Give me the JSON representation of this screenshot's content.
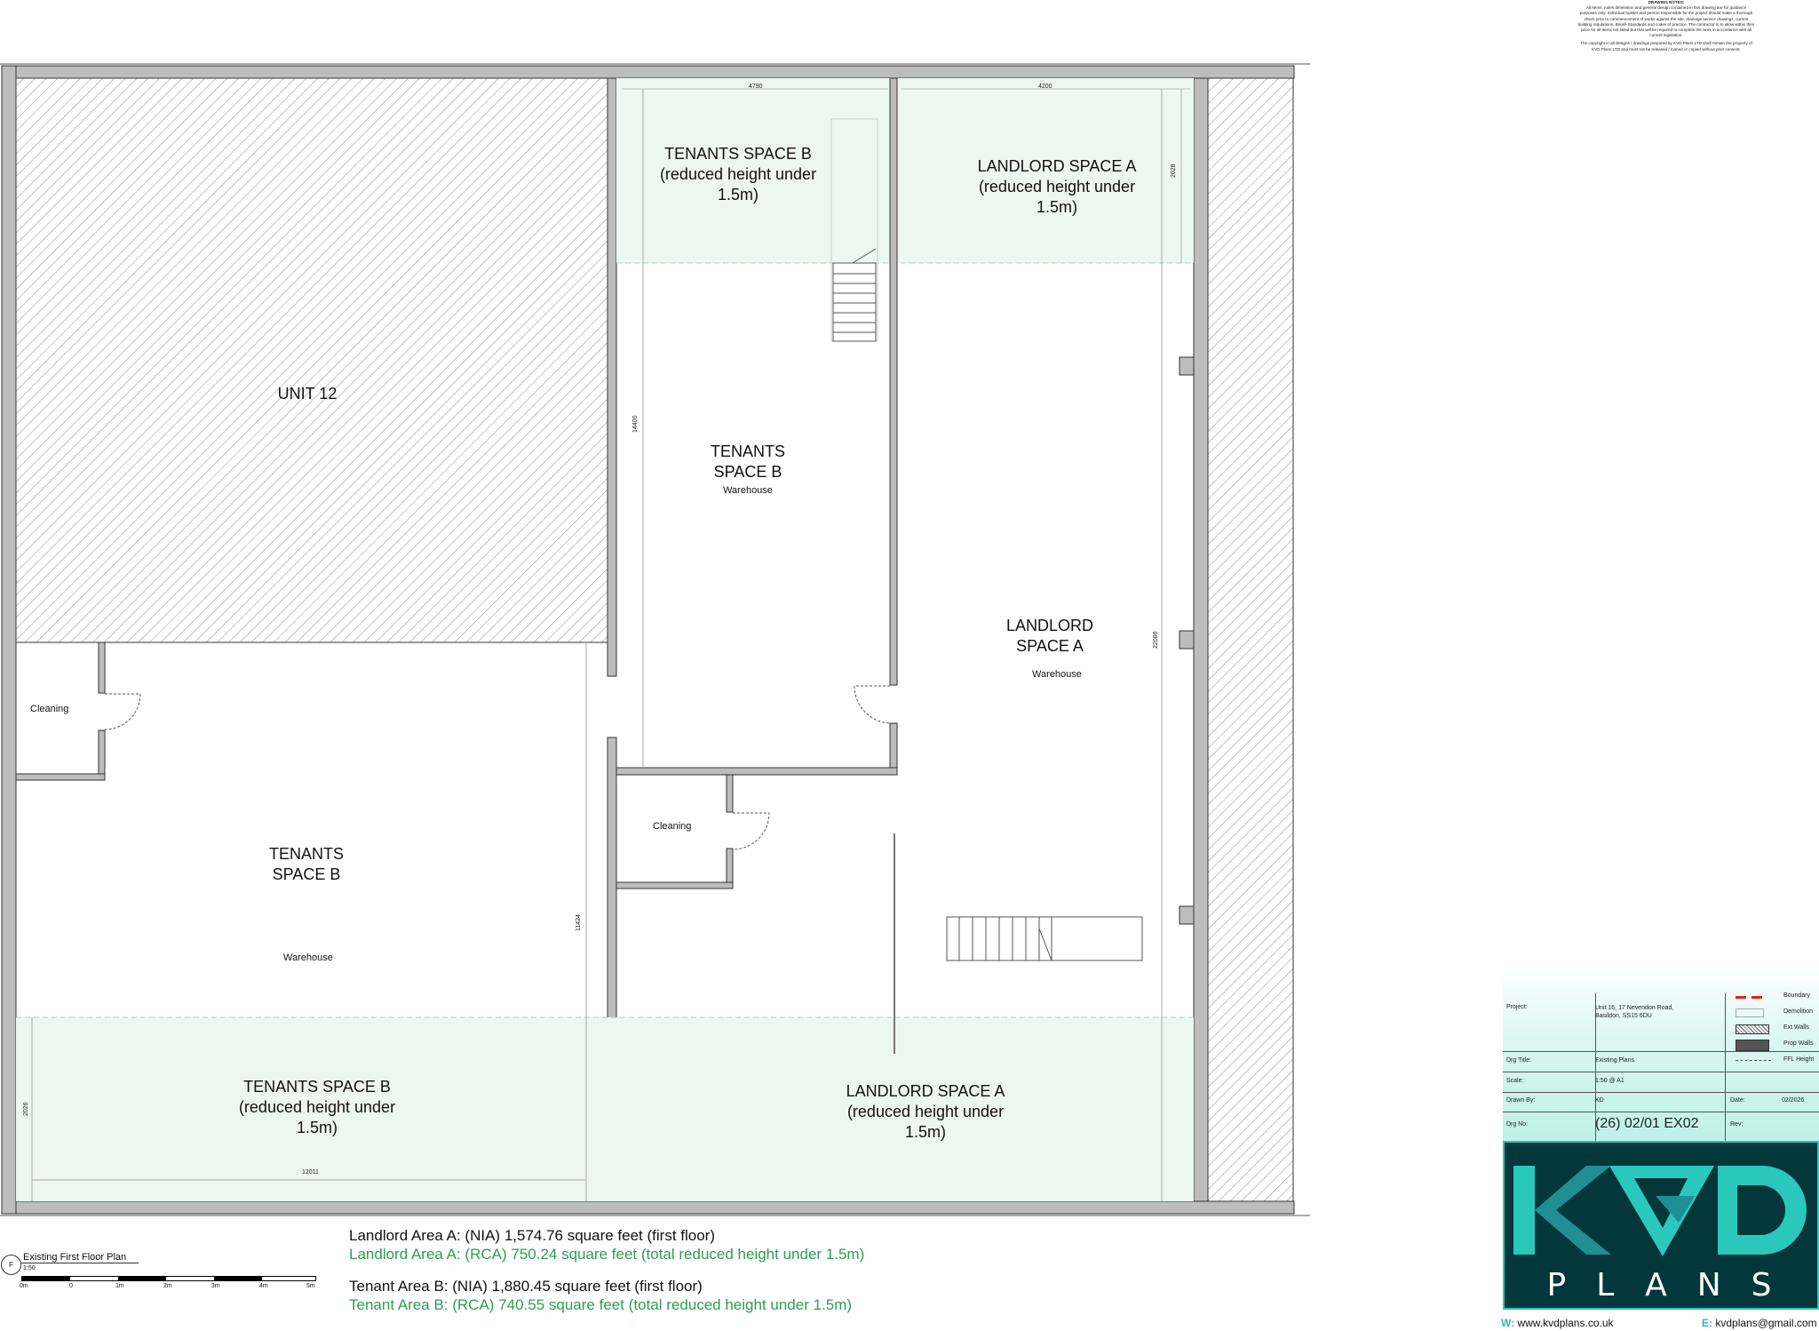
{
  "notes": {
    "title": "DRAWING NOTES:",
    "para1": "All Items, notes dimension and general design contained in this drawing are for guidance purposes only. Individual builder and person responsible for the project should make a thorough check prior to commencement of works against the site, drainage service drawings, current building regulations, British Standards and codes of practice. The contractor is to allow within their price for all items not listed but that will be required to complete the work in accordance with all current legislation.",
    "para2": "The copyright in all designs / drawings prepared by KVD Plans LTD shall remain the property of KVD Plans LTD and must not be released / loaned or copied without prior consent."
  },
  "rooms": {
    "unit12": "UNIT 12",
    "tenant_b_top_reduced": "TENANTS SPACE B (reduced height under 1.5m)",
    "tenant_b_mid": "TENANTS SPACE B",
    "tenant_b_mid_sub": "Warehouse",
    "landlord_a_top_reduced": "LANDLORD SPACE A (reduced height under 1.5m)",
    "landlord_a_mid": "LANDLORD SPACE A",
    "landlord_a_mid_sub": "Warehouse",
    "cleaning_left": "Cleaning",
    "cleaning_mid": "Cleaning",
    "tenant_b_low": "TENANTS SPACE B",
    "tenant_b_low_sub": "Warehouse",
    "tenant_b_bottom_reduced": "TENANTS SPACE B (reduced height under 1.5m)",
    "landlord_a_bottom_reduced": "LANDLORD SPACE A (reduced height under 1.5m)"
  },
  "dimensions": {
    "top_mid": "4790",
    "top_right": "4200",
    "right_top": "2028",
    "center_vertical": "14400",
    "right_long": "22086",
    "left_lower": "11424",
    "left_bottom": "2026",
    "bottom_width": "12011"
  },
  "areas": {
    "landlord_nia": "Landlord Area A:  (NIA) 1,574.76 square feet (first floor)",
    "landlord_rca": "Landlord Area A:  (RCA) 750.24 square feet (total reduced height under 1.5m)",
    "tenant_nia": "Tenant Area B:  (NIA) 1,880.45 square feet (first floor)",
    "tenant_rca": "Tenant Area B:  (RCA) 740.55 square feet (total reduced height under 1.5m)"
  },
  "view": {
    "marker": "F",
    "title": "Existing First Floor Plan",
    "scale": "1:50",
    "scale_labels": [
      "0m",
      "0",
      "1m",
      "2m",
      "3m",
      "4m",
      "5m"
    ]
  },
  "title_block": {
    "project_label": "Project:",
    "project_value": "Unit 16, 17 Nevendon Road, Basildon, SS15 6DU",
    "drg_title_label": "Drg Title:",
    "drg_title_value": "Existing Plans",
    "scale_label": "Scale:",
    "scale_value": "1:50 @ A1",
    "drawn_label": "Drawn By:",
    "drawn_value": "KD",
    "date_label": "Date:",
    "date_value": "02/2026",
    "drg_no_label": "Drg No:",
    "drg_no_value": "(26) 02/01 EX02",
    "rev_label": "Rev:",
    "legend": [
      "Boundary",
      "Demolition",
      "Ext Walls",
      "Prop Walls",
      "FFL Height"
    ]
  },
  "logo": {
    "top": "KVD",
    "bottom": "PLANS"
  },
  "contact": {
    "web_label": "W:",
    "web_value": "www.kvdplans.co.uk",
    "email_label": "E:",
    "email_value": "kvdplans@gmail.com"
  },
  "colors": {
    "reduced_fill": "#edf7f1",
    "green_text": "#2e9c52",
    "wall": "#9a9a9a",
    "logo_bg": "#04373c",
    "logo_accent": "#2ac8bb"
  }
}
